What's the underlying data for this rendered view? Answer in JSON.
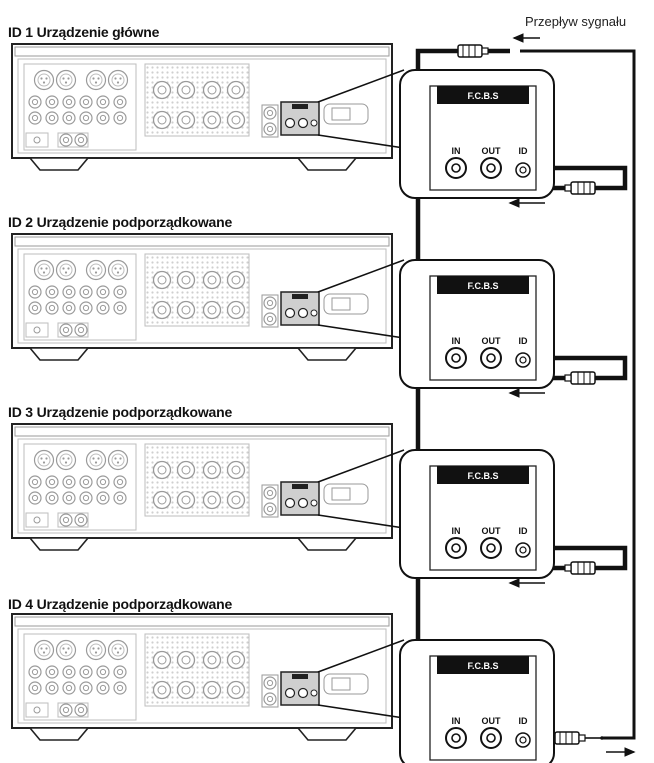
{
  "signal_flow_label": "Przepływ sygnału",
  "units": [
    {
      "label": "ID 1 Urządzenie główne"
    },
    {
      "label": "ID 2 Urządzenie podporządkowane"
    },
    {
      "label": "ID 3 Urządzenie podporządkowane"
    },
    {
      "label": "ID 4 Urządzenie podporządkowane"
    }
  ],
  "panel": {
    "title": "F.C.B.S",
    "in_label": "IN",
    "out_label": "OUT",
    "id_label": "ID"
  }
}
